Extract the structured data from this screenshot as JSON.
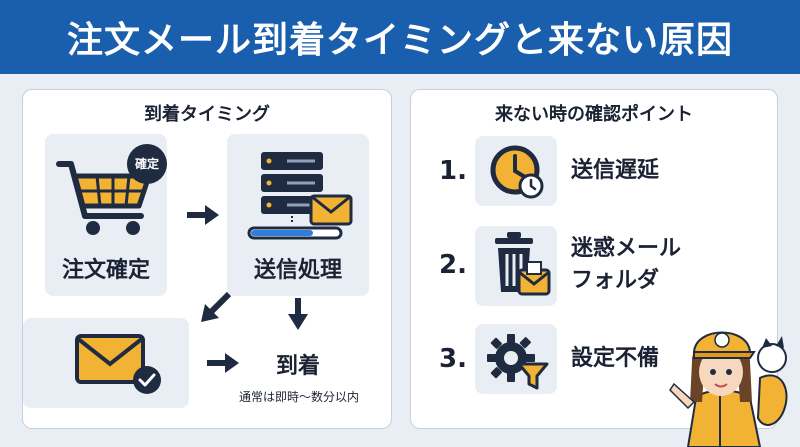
{
  "header": {
    "title": "注文メール到着タイミングと来ない原因"
  },
  "timing_panel": {
    "title": "到着タイミング",
    "order": {
      "label": "注文確定",
      "badge": "確定"
    },
    "processing": {
      "label": "送信処理"
    },
    "arrival": {
      "label": "到着",
      "note": "通常は即時〜数分以内"
    }
  },
  "checkpoints_panel": {
    "title": "来ない時の確認ポイント",
    "items": [
      {
        "number": "1.",
        "label": "送信遅延",
        "icon": "clock-icon"
      },
      {
        "number": "2.",
        "label_line1": "迷惑メール",
        "label_line2": "フォルダ",
        "icon": "trash-mail-icon"
      },
      {
        "number": "3.",
        "label": "設定不備",
        "icon": "gear-filter-icon"
      }
    ]
  },
  "colors": {
    "header_bg": "#1a5fad",
    "accent_yellow": "#f2b233",
    "icon_dark": "#1f2b40",
    "progress_blue": "#2f7fd8"
  }
}
